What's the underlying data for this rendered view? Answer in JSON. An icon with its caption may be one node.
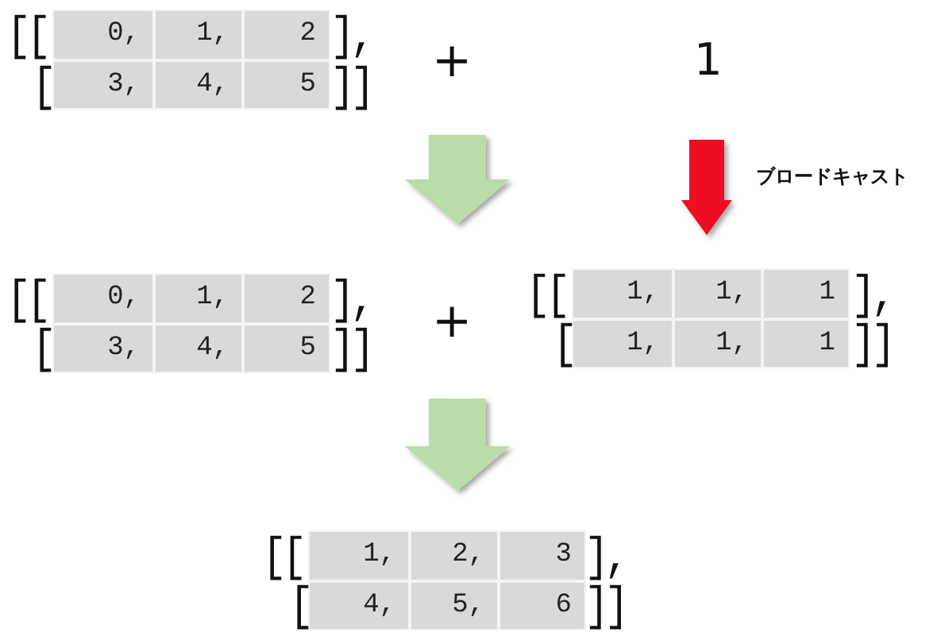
{
  "diagram": {
    "nodes": [
      {
        "text": [],
        "shape": "box"
      },
      {
        "text": [
          "0,"
        ],
        "in": 0
      },
      {
        "text": [
          "1,"
        ],
        "in": 0
      },
      {
        "text": [
          "2"
        ],
        "in": 0
      },
      {
        "text": [
          "3,"
        ],
        "in": 0
      },
      {
        "text": [
          "4,"
        ],
        "in": 0
      },
      {
        "text": [
          "5"
        ],
        "in": 0
      },
      {
        "text": [
          "1"
        ]
      },
      {
        "text": [],
        "shape": "box"
      },
      {
        "text": [
          "0,"
        ],
        "in": 8
      },
      {
        "text": [
          "1,"
        ],
        "in": 8
      },
      {
        "text": [
          "2"
        ],
        "in": 8
      },
      {
        "text": [
          "3,"
        ],
        "in": 8
      },
      {
        "text": [
          "4,"
        ],
        "in": 8
      },
      {
        "text": [
          "5"
        ],
        "in": 8
      },
      {
        "text": [],
        "shape": "box"
      },
      {
        "text": [
          "1,"
        ],
        "in": 15
      },
      {
        "text": [
          "1,"
        ],
        "in": 15
      },
      {
        "text": [
          "1"
        ],
        "in": 15
      },
      {
        "text": [
          "1,"
        ],
        "in": 15
      },
      {
        "text": [
          "1,"
        ],
        "in": 15
      },
      {
        "text": [
          "1"
        ],
        "in": 15
      },
      {
        "text": [],
        "shape": "box"
      },
      {
        "text": [
          "1,"
        ],
        "in": 22
      },
      {
        "text": [
          "2,"
        ],
        "in": 22
      },
      {
        "text": [
          "3"
        ],
        "in": 22
      },
      {
        "text": [
          "4,"
        ],
        "in": 22
      },
      {
        "text": [
          "5,"
        ],
        "in": 22
      },
      {
        "text": [
          "6"
        ],
        "in": 22
      }
    ],
    "edges": [
      {
        "from": 0,
        "to": 8,
        "arrow": "to"
      },
      {
        "from": 7,
        "to": 15,
        "arrow": "to",
        "label": "ブロードキャスト",
        "color": "#ee1122"
      },
      {
        "from": 8,
        "to": 22,
        "arrow": "to"
      },
      {
        "from": 15,
        "to": 22,
        "arrow": "to"
      }
    ],
    "labels": [
      "[[",
      "],",
      "+",
      "[",
      "]]",
      "[[",
      "],",
      "+",
      "[[",
      "],",
      "[",
      "]]",
      "[",
      "]]",
      "[[",
      "],",
      "[",
      "]]"
    ]
  }
}
